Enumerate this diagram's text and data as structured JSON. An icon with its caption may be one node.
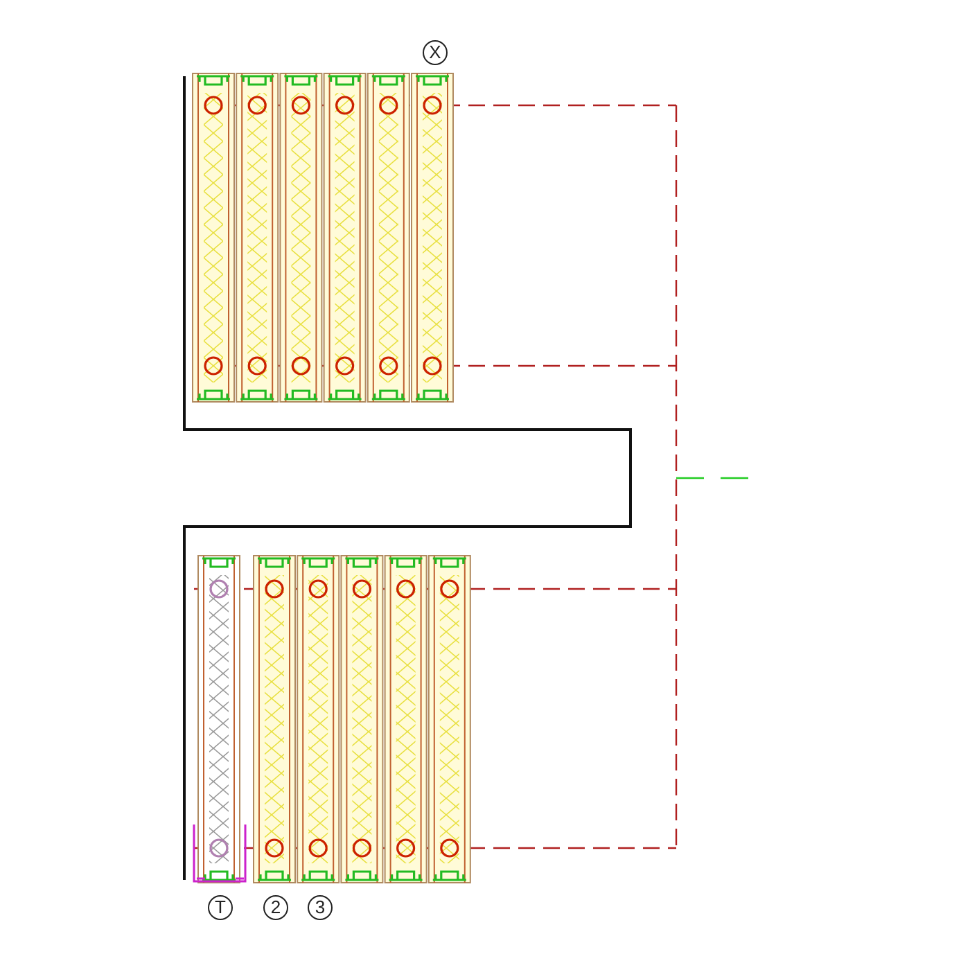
{
  "diagram": {
    "labels": [
      "X",
      "T",
      "2",
      "3"
    ]
  }
}
